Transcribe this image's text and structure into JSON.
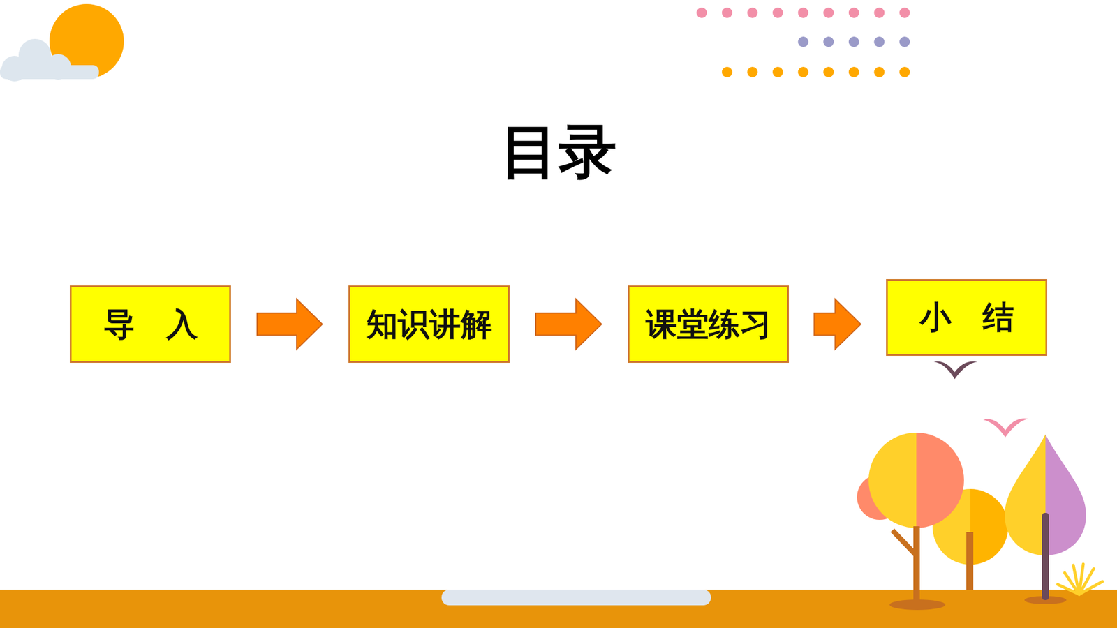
{
  "diagram": {
    "title": "目录",
    "nodes": [
      {
        "text": [
          "导　入"
        ]
      },
      {
        "text": [
          "知识讲解"
        ]
      },
      {
        "text": [
          "课堂练习"
        ]
      },
      {
        "text": [
          "小　结"
        ]
      }
    ],
    "edges": [
      {
        "from": 0,
        "to": 1,
        "arrow": "to"
      },
      {
        "from": 1,
        "to": 2,
        "arrow": "to"
      },
      {
        "from": 2,
        "to": 3,
        "arrow": "to"
      }
    ]
  }
}
